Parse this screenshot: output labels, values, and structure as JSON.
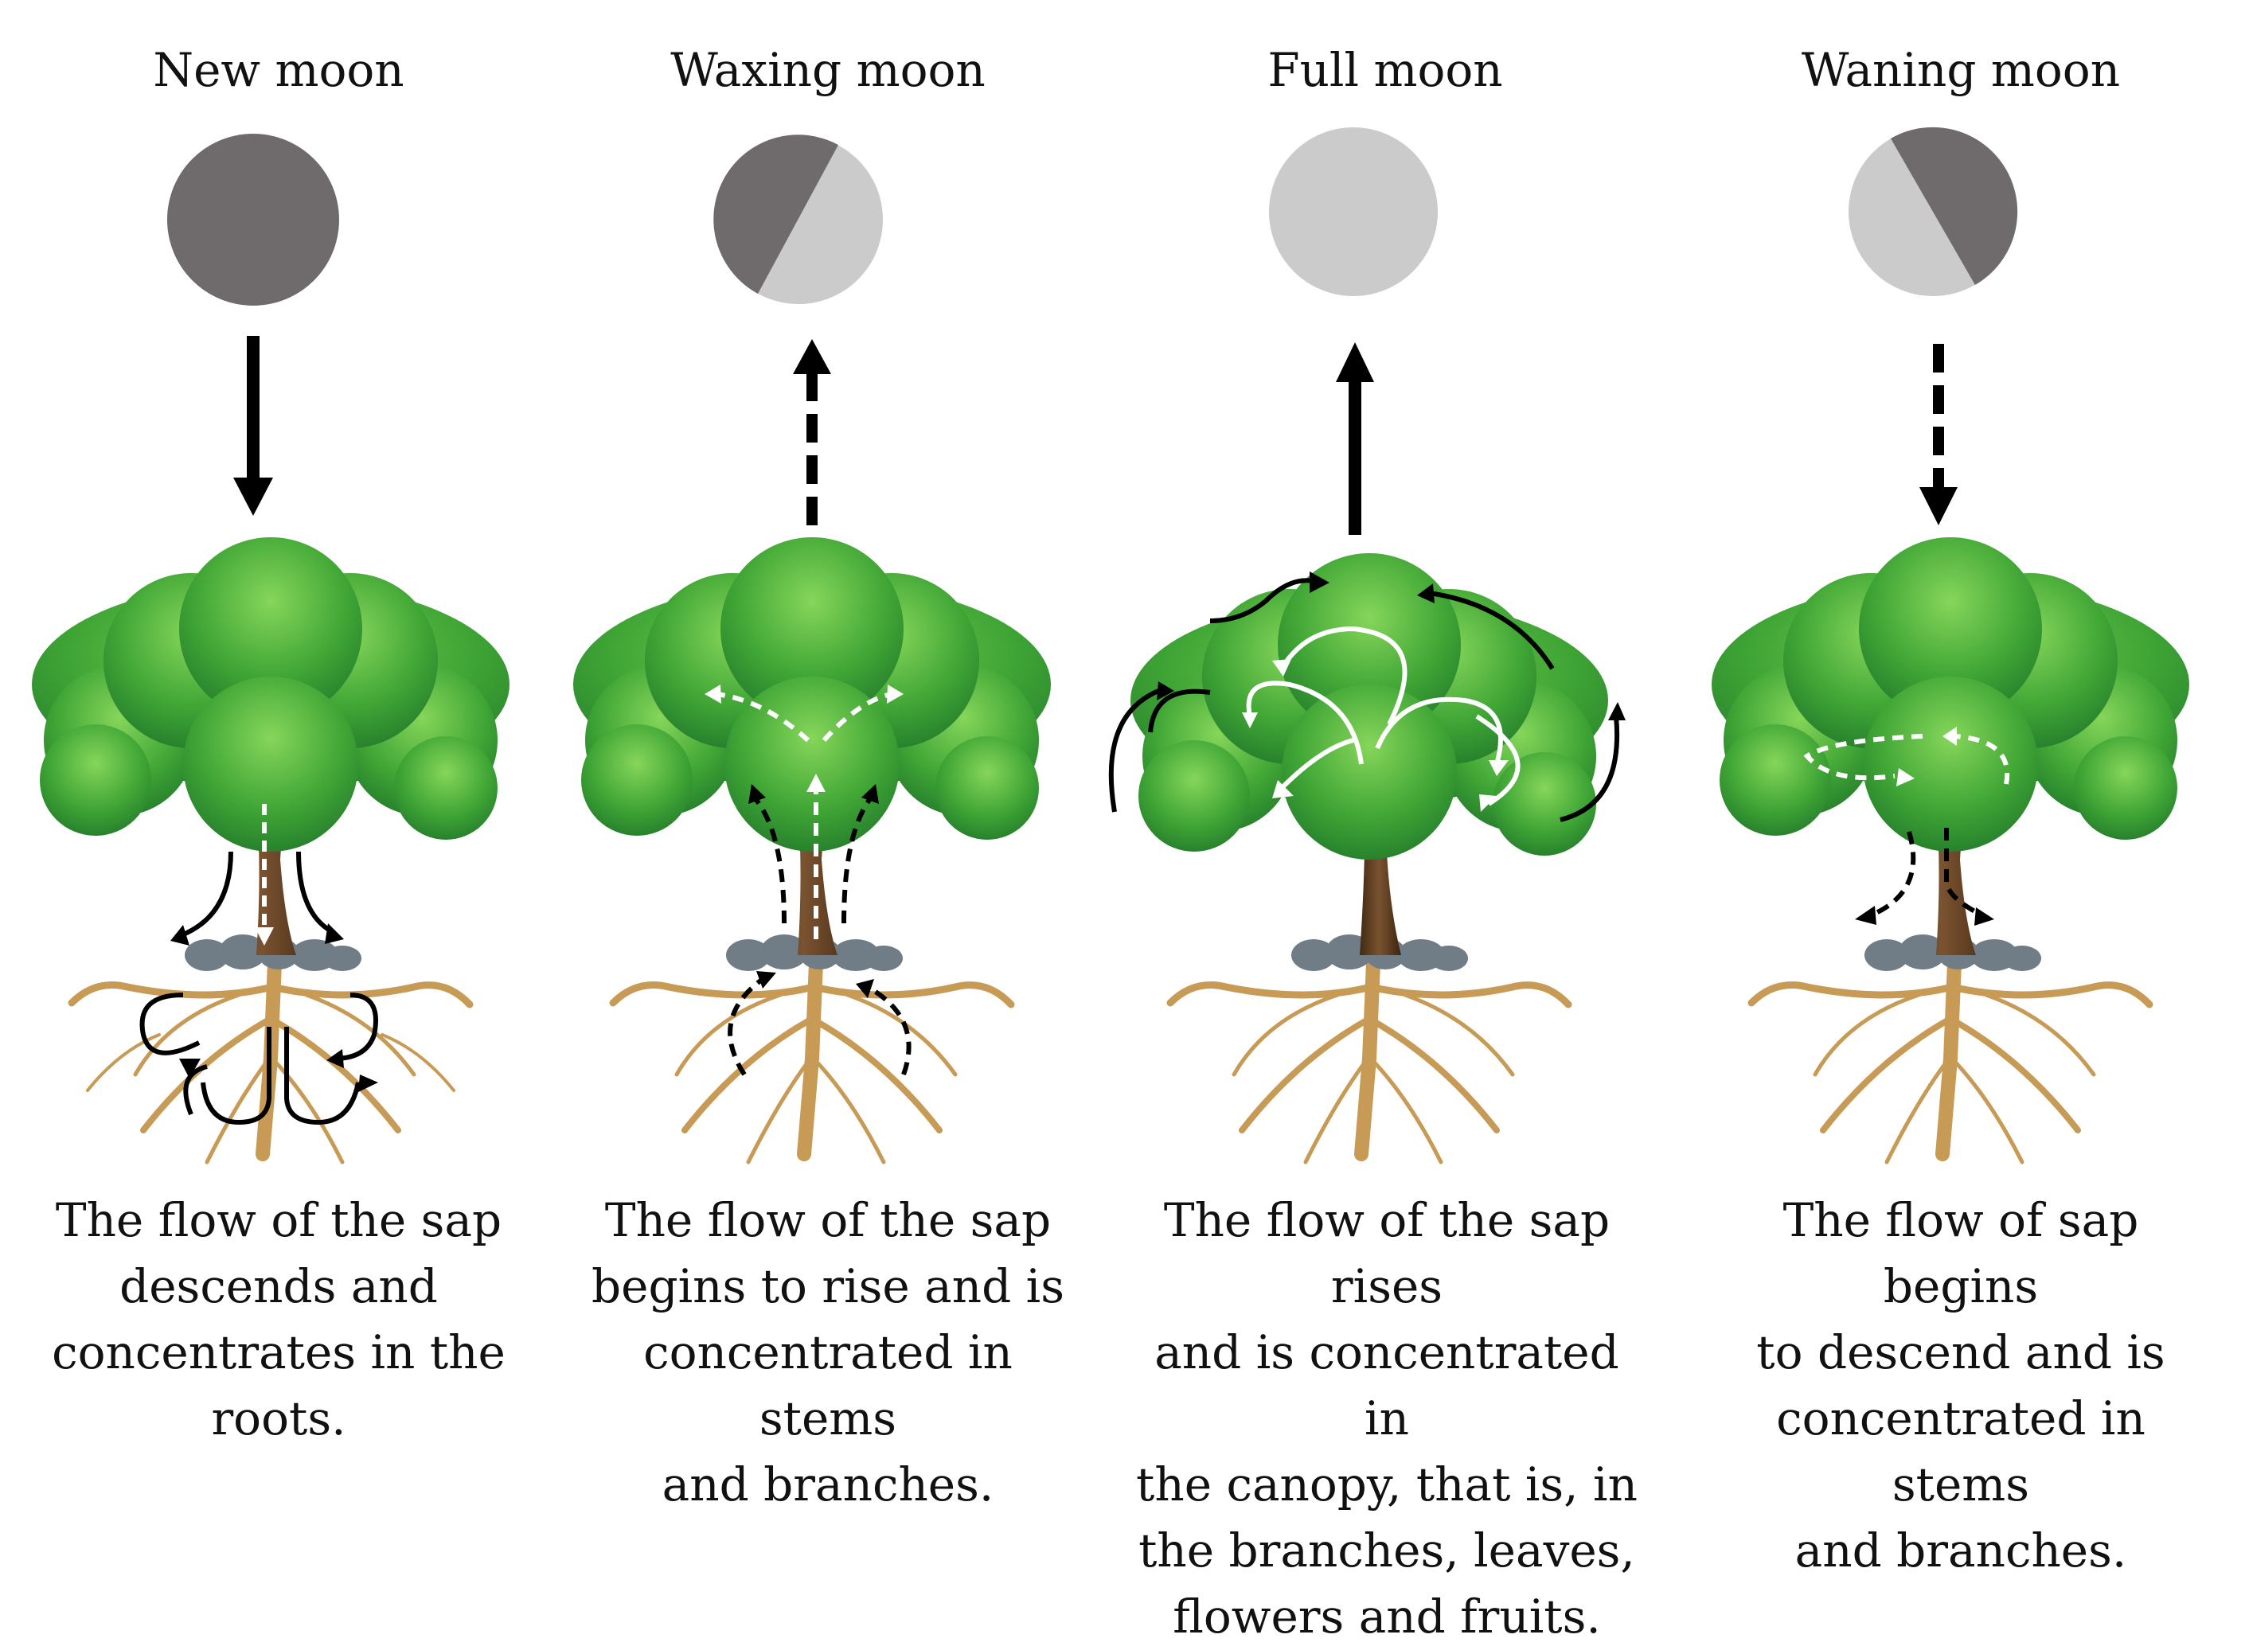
{
  "colors": {
    "moon_dark": "#6f6b6c",
    "moon_light": "#cbcbcb",
    "foliage": "#3fa535",
    "foliage_light": "#7fd050",
    "foliage_dark": "#237a2b",
    "trunk": "#5b3a1e",
    "roots": "#c79a55",
    "stones": "#717d86",
    "arrow": "#000000",
    "sap_arrow_in_tree": "#ffffff"
  },
  "phases": [
    {
      "title": "New moon",
      "moon": "dark",
      "arrow": {
        "direction": "down",
        "style": "solid"
      },
      "sap_flow": "descends-to-roots",
      "caption": "The flow of the sap\ndescends and\nconcentrates in the\nroots."
    },
    {
      "title": "Waxing moon",
      "moon": "partially-lit",
      "arrow": {
        "direction": "up",
        "style": "dashed"
      },
      "sap_flow": "rising-to-stems-and-branches",
      "caption": "The flow of the sap\nbegins to rise and is\nconcentrated in stems\nand branches."
    },
    {
      "title": "Full moon",
      "moon": "lit",
      "arrow": {
        "direction": "up",
        "style": "solid"
      },
      "sap_flow": "concentrated-in-canopy",
      "caption": "The flow of the sap rises\nand is concentrated in\nthe canopy, that is, in\nthe branches, leaves,\nflowers and fruits."
    },
    {
      "title": "Waning moon",
      "moon": "partially-dark",
      "arrow": {
        "direction": "down",
        "style": "dashed"
      },
      "sap_flow": "descending-to-stems-and-branches",
      "caption": "The flow of sap begins\nto descend and is\nconcentrated in stems\nand branches."
    }
  ]
}
